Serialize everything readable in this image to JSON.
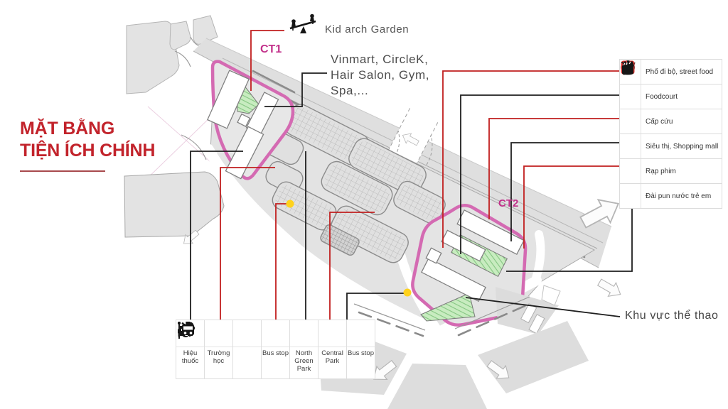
{
  "title": {
    "line1": "MẶT BẰNG",
    "line2": "TIỆN ÍCH CHÍNH"
  },
  "zones": {
    "ct1": "CT1",
    "ct2": "CT2"
  },
  "annotations": {
    "kid_arch_garden": "Kid arch Garden",
    "retail_lines": [
      "Vinmart, CircleK,",
      "Hair Salon, Gym,",
      "Spa,..."
    ],
    "sports_area": "Khu vực thể thao"
  },
  "legend": {
    "items": [
      {
        "icon": "street-food-icon",
        "label": "Phố đi bộ, street food"
      },
      {
        "icon": "foodcourt-icon",
        "label": "Foodcourt"
      },
      {
        "icon": "first-aid-icon",
        "label": "Cấp cứu"
      },
      {
        "icon": "shopping-cart-icon",
        "label": "Siêu thị, Shopping mall"
      },
      {
        "icon": "clapperboard-icon",
        "label": "Rạp phim"
      },
      {
        "icon": "fountain-icon",
        "label": "Đài pun nước trẻ em"
      }
    ]
  },
  "bottom_bar": {
    "items": [
      {
        "icon": "pharmacy-icon",
        "label": "Hiệu thuốc"
      },
      {
        "icon": "school-icon",
        "label": "Trường học"
      },
      {
        "icon": "",
        "label": ""
      },
      {
        "icon": "bus-stop-icon",
        "label": "Bus stop"
      },
      {
        "icon": "park-icon",
        "label": "North Green Park"
      },
      {
        "icon": "park-icon",
        "label": "Central Park"
      },
      {
        "icon": "bus-stop-icon",
        "label": "Bus stop"
      }
    ]
  },
  "colors": {
    "title_red": "#c2232b",
    "zone_label_pink": "#c2308a",
    "cluster_outline_pink": "#d46ab2",
    "connector_red": "#c11f1f",
    "connector_black": "#1f1f1f",
    "map_gray": "#e3e3e3",
    "green_area": "#c8ecc0",
    "first_aid_red": "#e03a36",
    "marker_yellow": "#ffd21c"
  }
}
